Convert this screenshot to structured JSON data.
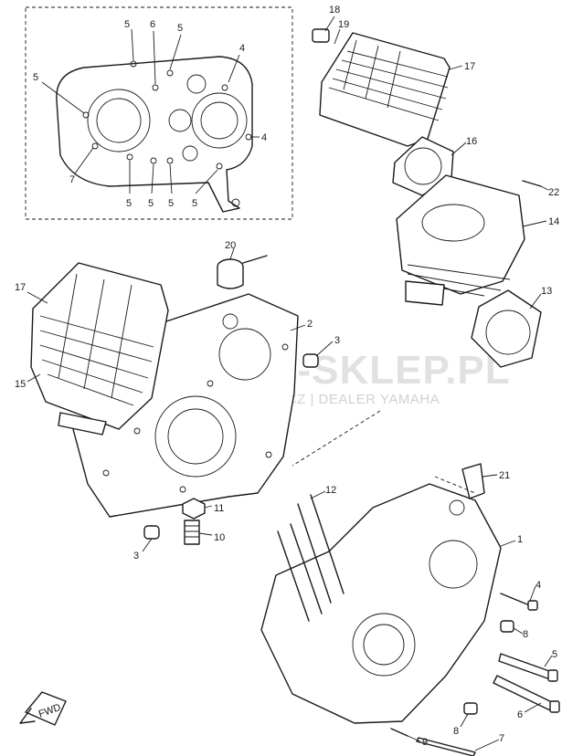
{
  "watermark": {
    "title": "YAMA-SKLEP.PL",
    "subtitle": "MICHALCHOWICZ | DEALER YAMAHA"
  },
  "fwd_badge": "FWD",
  "callouts": [
    {
      "id": "c5a",
      "text": "5"
    },
    {
      "id": "c6a",
      "text": "6"
    },
    {
      "id": "c5b",
      "text": "5"
    },
    {
      "id": "c4a",
      "text": "4"
    },
    {
      "id": "c5c",
      "text": "5"
    },
    {
      "id": "c4b",
      "text": "4"
    },
    {
      "id": "c7a",
      "text": "7"
    },
    {
      "id": "c5d",
      "text": "5"
    },
    {
      "id": "c5e",
      "text": "5"
    },
    {
      "id": "c5f",
      "text": "5"
    },
    {
      "id": "c5g",
      "text": "5"
    },
    {
      "id": "c18",
      "text": "18"
    },
    {
      "id": "c19",
      "text": "19"
    },
    {
      "id": "c17a",
      "text": "17"
    },
    {
      "id": "c16",
      "text": "16"
    },
    {
      "id": "c22",
      "text": "22"
    },
    {
      "id": "c14",
      "text": "14"
    },
    {
      "id": "c13",
      "text": "13"
    },
    {
      "id": "c20",
      "text": "20"
    },
    {
      "id": "c17b",
      "text": "17"
    },
    {
      "id": "c2",
      "text": "2"
    },
    {
      "id": "c3a",
      "text": "3"
    },
    {
      "id": "c15",
      "text": "15"
    },
    {
      "id": "c11",
      "text": "11"
    },
    {
      "id": "c10",
      "text": "10"
    },
    {
      "id": "c3b",
      "text": "3"
    },
    {
      "id": "c12",
      "text": "12"
    },
    {
      "id": "c21",
      "text": "21"
    },
    {
      "id": "c1",
      "text": "1"
    },
    {
      "id": "c4c",
      "text": "4"
    },
    {
      "id": "c8a",
      "text": "8"
    },
    {
      "id": "c5h",
      "text": "5"
    },
    {
      "id": "c6b",
      "text": "6"
    },
    {
      "id": "c8b",
      "text": "8"
    },
    {
      "id": "c9",
      "text": "9"
    },
    {
      "id": "c7b",
      "text": "7"
    }
  ]
}
